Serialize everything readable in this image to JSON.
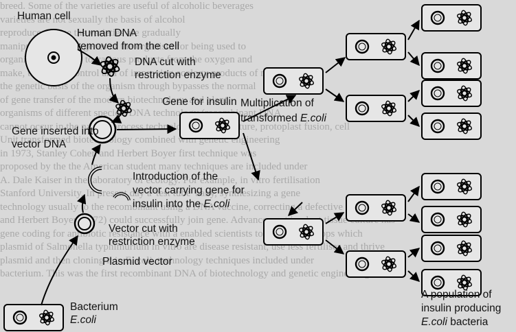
{
  "labels": {
    "human_cell": "Human cell",
    "human_dna_1": "Human DNA",
    "human_dna_2": "removed from the cell",
    "dna_cut_1": "DNA cut with",
    "dna_cut_2": "restriction enzyme",
    "gene_insulin": "Gene for insulin",
    "gene_inserted_1": "Gene inserted into",
    "gene_inserted_2": "vector DNA",
    "multiplication_1": "Multiplication of",
    "multiplication_2_prefix": "transformed ",
    "multiplication_2_italic": "E.coli",
    "intro_1": "Introduction of the",
    "intro_2": "vector carrying gene for",
    "intro_3_prefix": "insulin into the ",
    "intro_3_italic": "E.coli",
    "vector_cut_1": "Vector cut with",
    "vector_cut_2": "restriction enzyme",
    "plasmid_vector": "Plasmid vector",
    "bacterium": "Bacterium",
    "ecoli": "E.coli",
    "population_1": "A population of",
    "population_2": "insulin producing",
    "population_3_italic": "E.coli",
    "population_3_suffix": " bacteria"
  },
  "background_text": [
    "breed. Some of the varieties are useful  of alcoholic beverages",
    "varieties  are  not  sexually  the basis of alcohol",
    "reproduce. Those  the varieties are gradually",
    "manipulation of the genes of the organism for being used to",
    "organism is  the  way  to various products from the oxygen and",
    "make, to design, control and  of improving ecology products of microbes.",
    "the  genetic basis of the organism through bypasses the normal",
    "of  gene transfer  of the  modern  biotechnology and plant",
    "organisms  of different species. DNA technology (recombinant DNA",
    "cannot  occur in  the natural process technology), tissue culture, protoplast fusion, cell",
    "Unit     transformed biotechnology combined with genetic engineering",
    "in 1973, Stanley Cohen and Herbert Boyer first technique was",
    "proposed by the  the American student  many techniques are included under",
    "A. Dale Kaiser in the laboratory of  ecology. For example, in vitro fertilisation",
    "Stanford University. In present day  a 'test tube' baby, synthesizing a gene",
    "technology usually  to the recombinant  using a DNA vaccine, correcting a defective",
    "and Herbert Boyer (1972) could  successfully join  gene. Advancement in plant tissue culture has",
    "gene coding for antibiotic resistance  with a  enabled scientists to create new crops which",
    "plasmid of Salmonella typhimurium  in vitro  are disease resistant, use less fertiliser and thrive",
    "plasmid and then cloning it in E. coli.  technology techniques included under",
    "bacterium. This was the first recombinant DNA  of biotechnology and genetic engineering"
  ]
}
